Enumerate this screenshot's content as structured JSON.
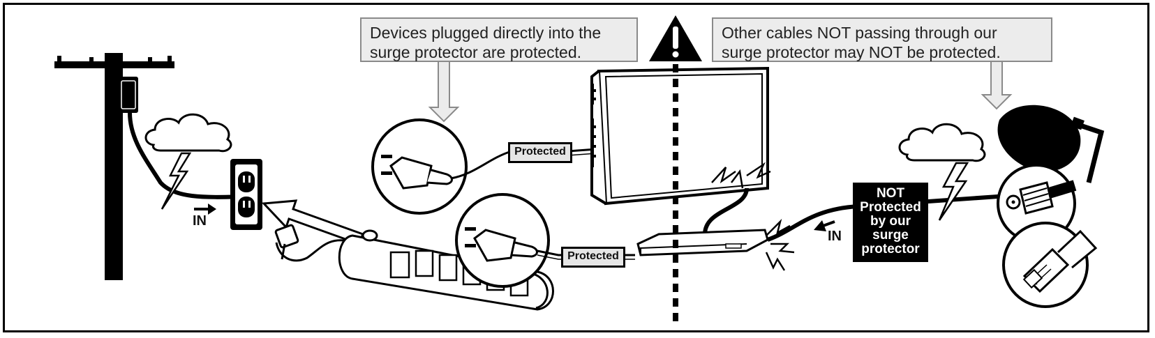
{
  "callouts": {
    "protected": {
      "line1": "Devices plugged directly into the",
      "line2": "surge protector are protected."
    },
    "not_protected": {
      "line1": "Other cables NOT passing through our",
      "line2": "surge protector may NOT be protected."
    }
  },
  "labels": {
    "protected_tv": "Protected",
    "protected_box": "Protected",
    "in_left": "IN",
    "in_right": "IN"
  },
  "not_protected_box": {
    "line1": "NOT",
    "line2": "Protected",
    "line3": "by our",
    "line4": "surge",
    "line5": "protector"
  },
  "icons": [
    "utility-pole-icon",
    "storm-cloud-icon",
    "lightning-bolt-icon",
    "wall-outlet-icon",
    "surge-protector-icon",
    "plug-icon",
    "tv-icon",
    "cable-box-icon",
    "warning-icon",
    "satellite-dish-icon",
    "coax-connector-icon",
    "ethernet-connector-icon"
  ],
  "colors": {
    "callout_bg": "#ececec",
    "tag_bg": "#e6e6e6",
    "ink": "#000000",
    "warning_bg": "#000000"
  }
}
